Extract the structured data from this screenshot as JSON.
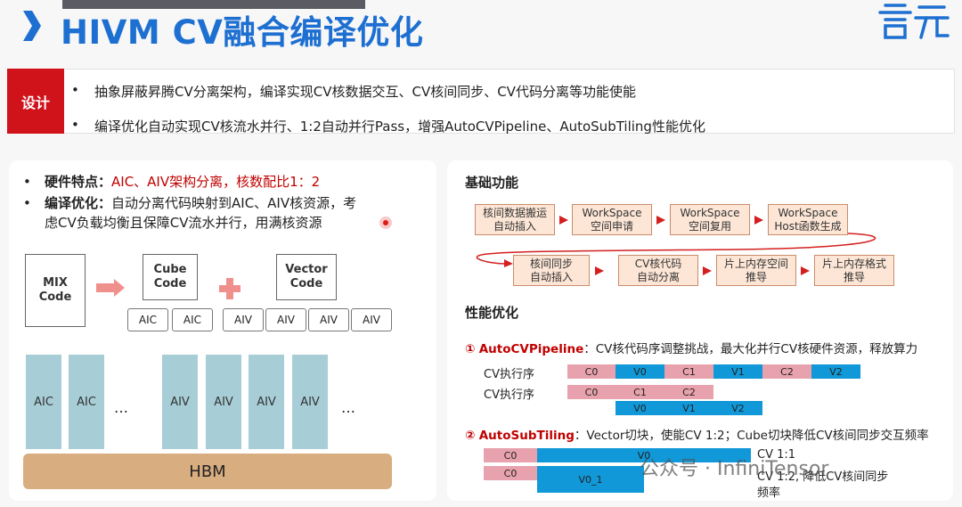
{
  "header": {
    "title": "HIVM CV融合编译优化",
    "accent_color": "#1d6fd1",
    "logo_icon": "xinyuan-logo-icon"
  },
  "design": {
    "tag": "设计",
    "bullets": [
      "抽象屏蔽昇腾CV分离架构，编译实现CV核数据交互、CV核间同步、CV代码分离等功能使能",
      "编译优化自动实现CV核流水并行、1:2自动并行Pass，增强AutoCVPipeline、AutoSubTiling性能优化"
    ]
  },
  "left": {
    "hw_label": "硬件特点：",
    "hw_text": "AIC、AIV架构分离，核数配比1：2",
    "opt_label": "编译优化：",
    "opt_text_1": "自动分离代码映射到AIC、AIV核资源，考",
    "opt_text_2": "虑CV负载均衡且保障CV流水并行，用满核资源",
    "mix_doc": [
      "MIX",
      "Code"
    ],
    "cube_doc": [
      "Cube",
      "Code"
    ],
    "vector_doc": [
      "Vector",
      "Code"
    ],
    "cube_cores": [
      "AIC",
      "AIC"
    ],
    "vector_cores": [
      "AIV",
      "AIV",
      "AIV",
      "AIV"
    ],
    "columns": [
      "AIC",
      "AIC",
      "AIV",
      "AIV",
      "AIV",
      "AIV"
    ],
    "ellipsis": "…",
    "memory": "HBM"
  },
  "right": {
    "basic_title": "基础功能",
    "flow_row1": [
      [
        "核间数据搬运",
        "自动插入"
      ],
      [
        "WorkSpace",
        "空间申请"
      ],
      [
        "WorkSpace",
        "空间复用"
      ],
      [
        "WorkSpace",
        "Host函数生成"
      ]
    ],
    "flow_row2": [
      [
        "核间同步",
        "自动插入"
      ],
      [
        "CV核代码",
        "自动分离"
      ],
      [
        "片上内存空间",
        "推导"
      ],
      [
        "片上内存格式",
        "推导"
      ]
    ],
    "perf_title": "性能优化",
    "p1_num": "①",
    "p1_name": "AutoCVPipeline",
    "p1_desc": "：CV核代码序调整挑战，最大化并行CV核硬件资源，释放算力",
    "seq_label": "CV执行序",
    "seq1": [
      "C0",
      "V0",
      "C1",
      "V1",
      "C2",
      "V2"
    ],
    "seq2_c": [
      "C0",
      "C1",
      "C2"
    ],
    "seq2_v": [
      "V0",
      "V1",
      "V2"
    ],
    "p2_num": "②",
    "p2_name": "AutoSubTiling",
    "p2_desc": "：Vector切块，使能CV 1:2；Cube切块降低CV核间同步交互频率",
    "t_c0": "C0",
    "t_v0": "V0",
    "t_v0_1": "V0_1",
    "legend_1": "CV 1:1",
    "legend_2a": "CV 1:2, 降低CV核间同步",
    "legend_2b": "频率"
  },
  "watermark": "公众号 · InfiniTensor",
  "colors": {
    "red": "#d0121b",
    "cube_pink": "#e8a2ad",
    "vector_blue": "#1098d8",
    "flow_fill": "#fde6d6",
    "core_column": "#a7cdd6",
    "hbm": "#d8ad80"
  }
}
